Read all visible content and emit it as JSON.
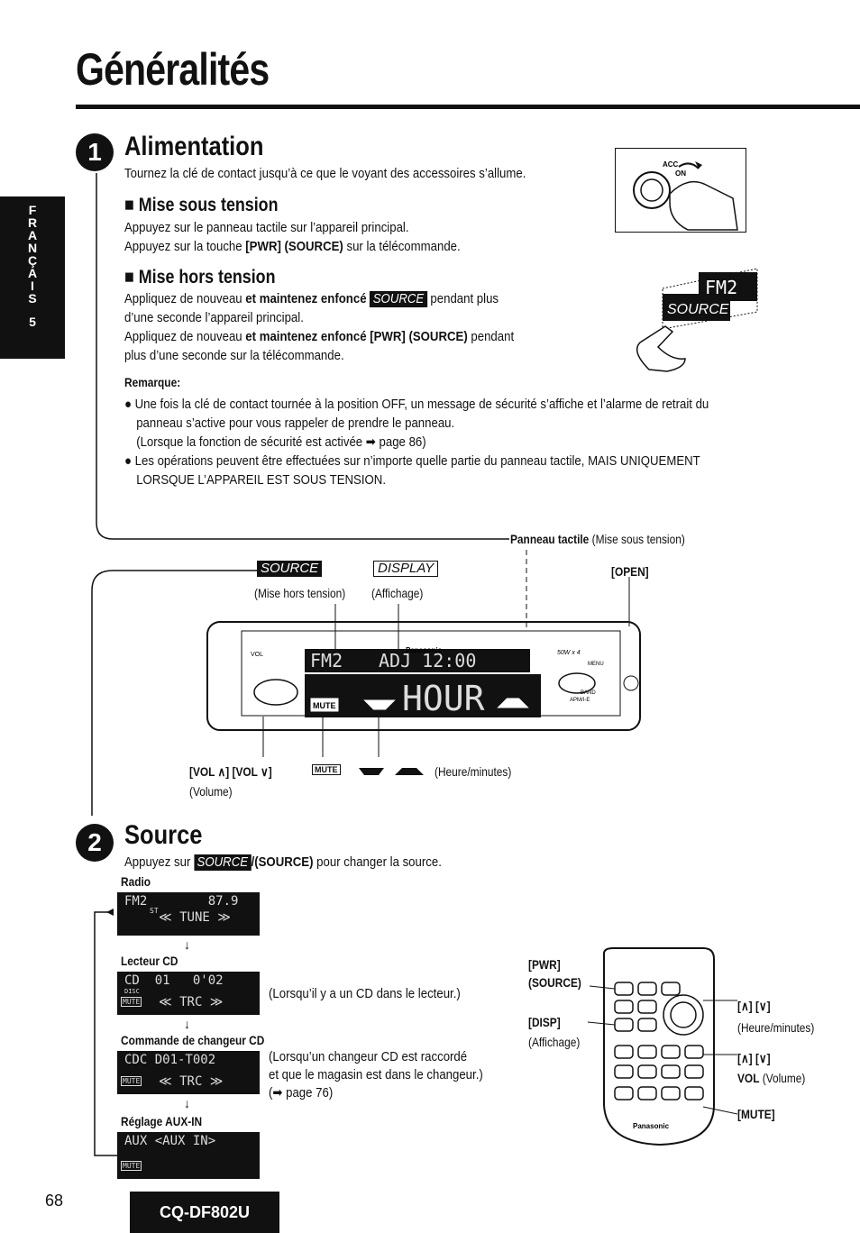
{
  "page": {
    "title": "Généralités",
    "page_number": "68",
    "model": "CQ-DF802U"
  },
  "sidetab": {
    "letters": [
      "F",
      "R",
      "A",
      "N",
      "Ç",
      "A",
      "I",
      "S"
    ],
    "number": "5"
  },
  "section1": {
    "number": "1",
    "heading": "Alimentation",
    "intro": "Tournez la clé de contact jusqu’à ce que le voyant des accessoires s’allume.",
    "key_labels": [
      "ACC",
      "ON"
    ],
    "on": {
      "heading": "■ Mise sous tension",
      "line1": "Appuyez sur le panneau tactile sur l’appareil principal.",
      "line2_pre": "Appuyez sur la touche ",
      "line2_bold": "[PWR] (SOURCE)",
      "line2_post": " sur la télécommande."
    },
    "off": {
      "heading": "■ Mise hors tension",
      "l1_pre": "Appliquez de nouveau ",
      "l1_bold": "et maintenez enfoncé",
      "l1_tag": "SOURCE",
      "l1_post": " pendant plus",
      "l2": "d’une seconde l’appareil principal.",
      "l3_pre": "Appliquez de nouveau ",
      "l3_bold": "et maintenez enfoncé [PWR] (SOURCE)",
      "l3_post": " pendant",
      "l4": "plus d’une seconde sur la télécommande.",
      "illus_lcd": "FM2",
      "illus_tag": "SOURCE"
    },
    "remark": {
      "label": "Remarque:",
      "b1_l1": "Une fois la clé de contact tournée à la position OFF, un message de sécurité s’affiche et l’alarme de retrait du",
      "b1_l2": "panneau s’active pour vous rappeler de prendre le panneau.",
      "b1_l3": "(Lorsque la fonction de sécurité est activée ➡ page 86)",
      "b2_l1": "Les opérations peuvent être effectuées sur n’importe quelle partie du panneau tactile, MAIS UNIQUEMENT",
      "b2_l2": "LORSQUE L’APPAREIL EST SOUS TENSION."
    }
  },
  "panel": {
    "touch_label_bold": "Panneau tactile",
    "touch_label": " (Mise sous tension)",
    "source_tag": "SOURCE",
    "source_caption": "(Mise hors tension)",
    "display_tag": "DISPLAY",
    "display_caption": "(Affichage)",
    "open_label": "[OPEN]",
    "brand": "Panasonic",
    "power": "50W x 4",
    "menu": "MENU",
    "band": "BAND",
    "aps": "APM/I-E",
    "vol": "VOL",
    "lcd_top_left": "FM2",
    "lcd_top_right": "ADJ 12:00",
    "lcd_big": "HOUR",
    "mute": "MUTE",
    "vol_label": "[VOL ∧] [VOL ∨]",
    "vol_caption": "(Volume)",
    "mute_label": "MUTE",
    "hour_caption": "(Heure/minutes)"
  },
  "section2": {
    "number": "2",
    "heading": "Source",
    "intro_pre": "Appuyez sur ",
    "intro_tag": "SOURCE",
    "intro_bold": "/(SOURCE)",
    "intro_post": " pour changer la source.",
    "radio_label": "Radio",
    "radio_lcd_l1": "FM2        87.9",
    "radio_lcd_st": "ST",
    "radio_lcd_l2": "≪ TUNE ≫",
    "cd_label": "Lecteur CD",
    "cd_lcd_l1": "CD  01   0'02",
    "cd_lcd_disc": "DISC",
    "cd_lcd_l2": "≪ TRC ≫",
    "cd_note": "(Lorsqu’il y a un CD dans le lecteur.)",
    "changer_label": "Commande de changeur CD",
    "changer_lcd_l1": "CDC D01-T002",
    "changer_lcd_l2": "≪ TRC ≫",
    "changer_note_l1": "(Lorsqu’un changeur CD est raccordé",
    "changer_note_l2": "et que le magasin est dans le changeur.)",
    "changer_note_l3": "(➡ page 76)",
    "aux_label": "Réglage AUX-IN",
    "aux_lcd_l1": "AUX <AUX IN>",
    "mute": "MUTE"
  },
  "remote": {
    "pwr": "[PWR]",
    "source": "(SOURCE)",
    "disp": "[DISP]",
    "disp_caption": "(Affichage)",
    "hour_keys": "[∧] [∨]",
    "hour_caption": "(Heure/minutes)",
    "vol_keys": "[∧] [∨]",
    "vol_bold": "VOL",
    "vol_caption": " (Volume)",
    "mute": "[MUTE]",
    "brand": "Panasonic"
  }
}
